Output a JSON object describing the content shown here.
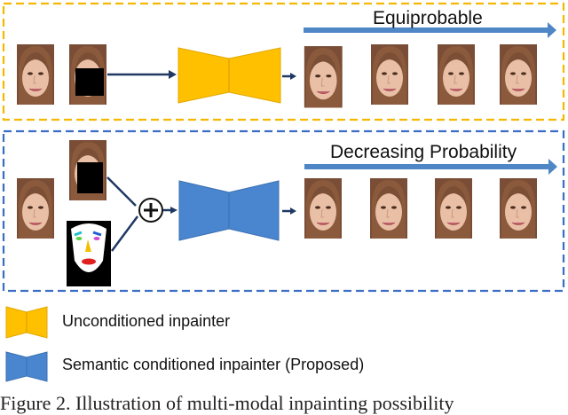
{
  "panels": {
    "top": {
      "label": "Equiprobable",
      "border_color": "#F5B800"
    },
    "bottom": {
      "label": "Decreasing Probability",
      "border_color": "#3B6DC4"
    }
  },
  "legend": {
    "unconditioned": {
      "label": "Unconditioned inpainter",
      "color": "#FFC000"
    },
    "semantic": {
      "label": "Semantic conditioned inpainter (Proposed)",
      "color": "#4A86D0"
    }
  },
  "caption": "Figure 2. Illustration of multi-modal inpainting possibility",
  "colors": {
    "arrow_bar": "#4F86C6",
    "connector": "#1F3864",
    "mask": "#000000"
  },
  "icons": {
    "combine": "circled-plus-icon"
  }
}
